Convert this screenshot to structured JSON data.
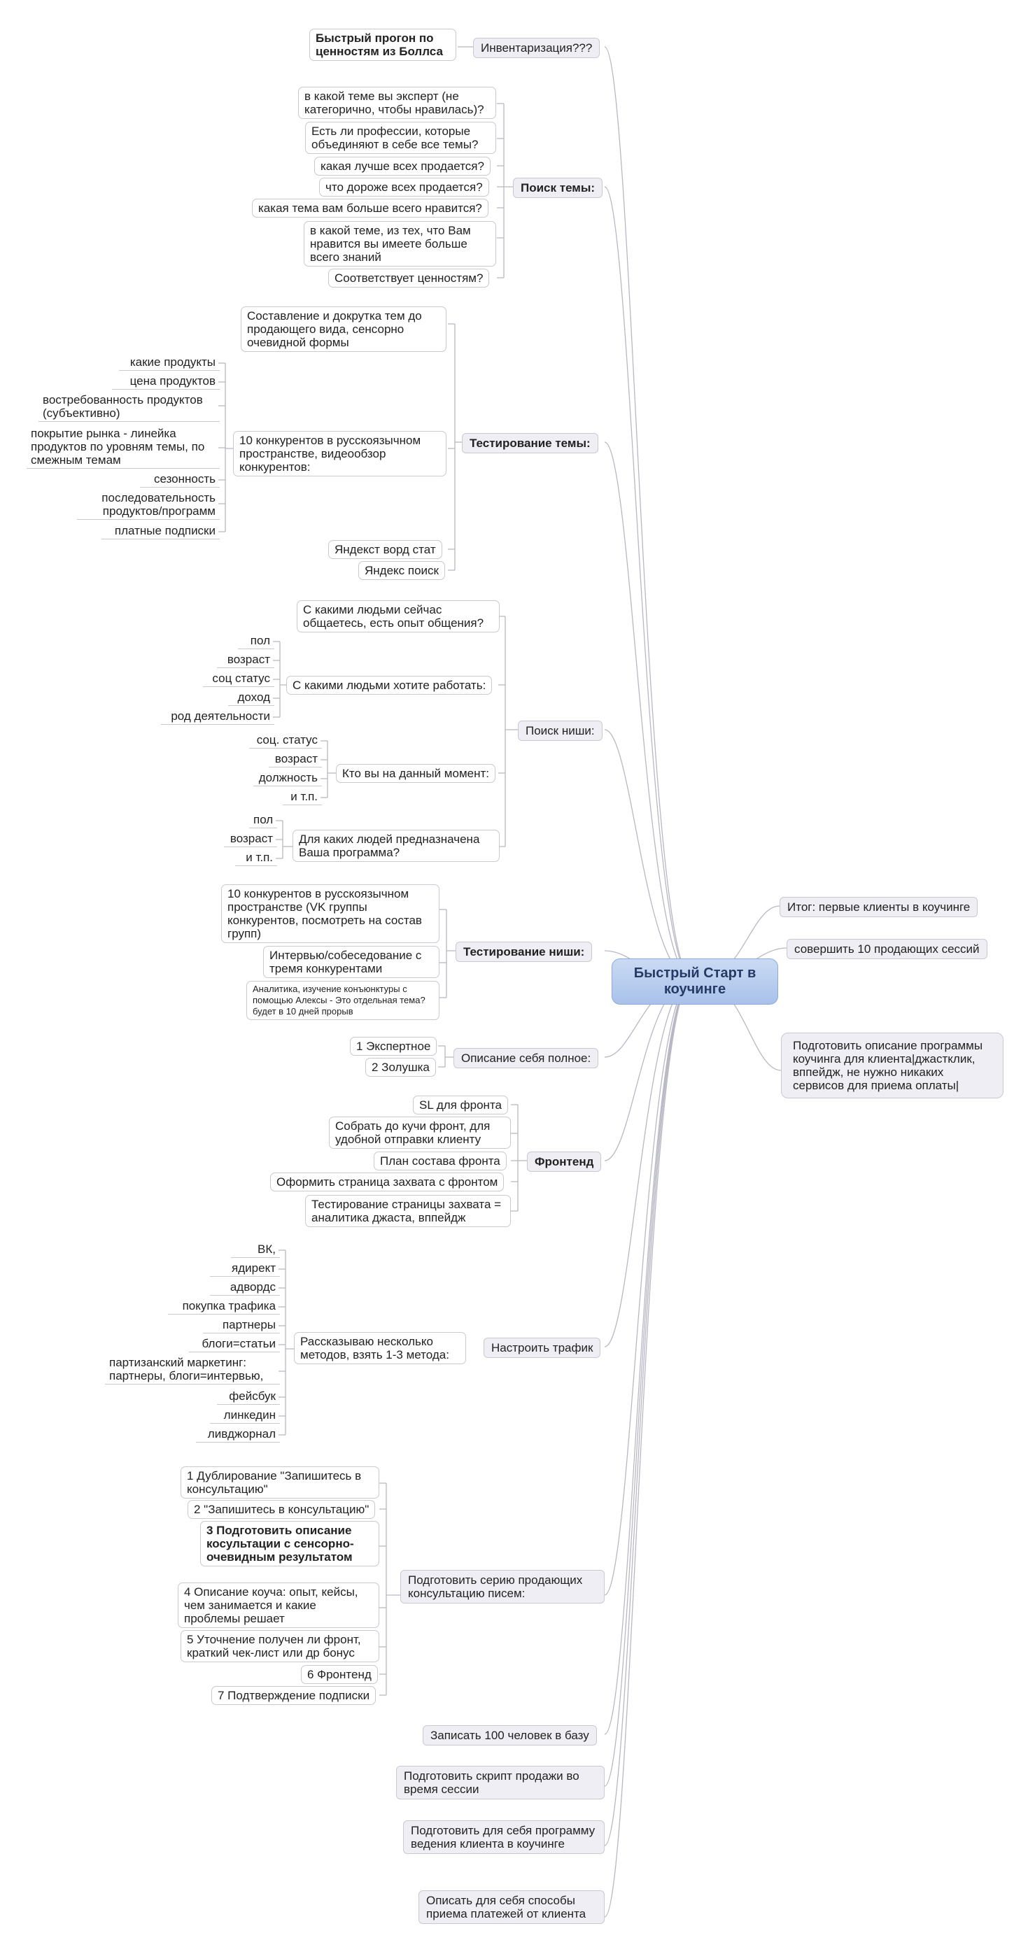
{
  "center": {
    "title": "Быстрый Старт в коучинге"
  },
  "branches": {
    "inventory": {
      "label": "Инвентаризация???",
      "child": "Быстрый прогон по ценностям из Боллса"
    },
    "topic_search": {
      "label": "Поиск темы:",
      "items": [
        "в какой теме вы эксперт (не категорично, чтобы нравилась)?",
        "Есть ли профессии, которые объединяют в себе все темы?",
        "какая лучше всех продается?",
        "что дороже всех продается?",
        "какая тема вам больше всего нравится?",
        "в какой теме, из тех, что Вам нравится вы имеете больше всего знаний",
        "Соответствует ценностям?"
      ]
    },
    "topic_test": {
      "label": "Тестирование темы:",
      "items": [
        "Составление и докрутка тем до продающего вида, сенсорно очевидной формы",
        "10 конкурентов в русскоязычном пространстве, видеообзор конкурентов:",
        "Яндекст ворд стат",
        "Яндекс поиск"
      ],
      "competitor_items": [
        "какие продукты",
        "цена продуктов",
        "востребованность продуктов (субъективно)",
        "покрытие рынка - линейка продуктов по уровням темы, по смежным темам",
        "сезонность",
        "последовательность продуктов/программ",
        "платные подписки"
      ]
    },
    "niche_search": {
      "label": "Поиск ниши:",
      "q1": "С какими людьми сейчас общаетесь, есть опыт общения?",
      "q2": "С какими людьми хотите работать:",
      "q2_items": [
        "пол",
        "возраст",
        "соц статус",
        "доход",
        "род деятельности"
      ],
      "q3": "Кто вы на данный момент:",
      "q3_items": [
        "соц. статус",
        "возраст",
        "должность",
        "и т.п."
      ],
      "q4": "Для каких людей предназначена Ваша программа?",
      "q4_items": [
        "пол",
        "возраст",
        "и т.п."
      ]
    },
    "niche_test": {
      "label": "Тестирование ниши:",
      "items": [
        "10 конкурентов в русскоязычном пространстве (VK группы конкурентов, посмотреть на состав групп)",
        "Интервью/собеседование с тремя конкурентами",
        "Аналитика, изучение конъюнктуры с помощью Алексы - Это отдельная тема? будет в 10 дней прорыв"
      ]
    },
    "self_desc": {
      "label": "Описание себя полное:",
      "items": [
        "1 Экспертное",
        "2 Золушка"
      ]
    },
    "frontend": {
      "label": "Фронтенд",
      "items": [
        "SL для фронта",
        "Собрать до кучи фронт, для удобной отправки клиенту",
        "План состава фронта",
        "Оформить страница захвата с фронтом",
        "Тестирование страницы захвата = аналитика джаста, вппейдж"
      ]
    },
    "traffic": {
      "label": "Настроить трафик",
      "method": "Рассказываю несколько методов, взять 1-3 метода:",
      "items": [
        "ВК,",
        "ядирект",
        "адвордс",
        "покупка трафика",
        "партнеры",
        "блоги=статьи",
        "партизанский маркетинг: партнеры, блоги=интервью,",
        "фейсбук",
        "линкедин",
        "ливджорнал"
      ]
    },
    "letters": {
      "label": "Подготовить серию продающих консультацию писем:",
      "items": [
        "1 Дублирование \"Запишитесь в консультацию\"",
        "2 \"Запишитесь в консультацию\"",
        "3 Подготовить описание косультации с сенсорно-очевидным результатом",
        "4 Описание коуча: опыт, кейсы, чем занимается и какие проблемы решает",
        "5 Уточнение получен ли фронт, краткий чек-лист или др бонус",
        "6 Фронтенд",
        "7 Подтверждение подписки"
      ]
    },
    "record100": {
      "label": "Записать 100 человек в базу"
    },
    "sales_script": {
      "label": "Подготовить скрипт продажи во время сессии"
    },
    "client_program": {
      "label": "Подготовить для себя программу ведения клиента в коучинге"
    },
    "payments": {
      "label": "Описать для себя способы приема платежей от клиента"
    },
    "result": {
      "label": "Итог: первые клиенты в коучинге"
    },
    "sessions": {
      "label": "совершить 10 продающих сессий"
    },
    "program_desc": {
      "label": "Подготовить описание программы коучинга для клиента|джастклик, вппейдж, не нужно никаких сервисов для приема оплаты|"
    }
  },
  "colors": {
    "connector": "#b8b8c4",
    "node_fill": "#eeeef4",
    "center_fill": "#bcd0f0",
    "center_text": "#253a64"
  }
}
